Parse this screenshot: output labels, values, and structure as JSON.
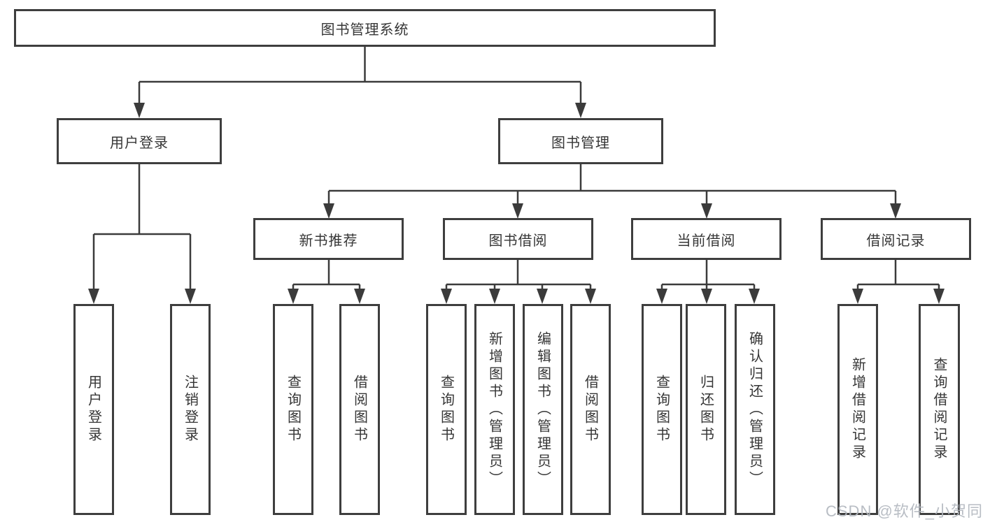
{
  "diagram": {
    "root": "图书管理系统",
    "level2": [
      "用户登录",
      "图书管理"
    ],
    "level3": [
      "新书推荐",
      "图书借阅",
      "当前借阅",
      "借阅记录"
    ],
    "leaves": {
      "user_login": [
        "用户登录",
        "注销登录"
      ],
      "new_books": [
        "查询图书",
        "借阅图书"
      ],
      "book_borrow": [
        "查询图书",
        "新增图书（管理员）",
        "编辑图书（管理员）",
        "借阅图书"
      ],
      "current_borrow": [
        "查询图书",
        "归还图书",
        "确认归还（管理员）"
      ],
      "borrow_records": [
        "新增借阅记录",
        "查询借阅记录"
      ]
    }
  },
  "watermark": "CSDN @软件_小贺同学",
  "colors": {
    "line": "#3b3b3b",
    "box_border": "#3e3e3e",
    "text": "#363636",
    "watermark": "#b3b8bf"
  }
}
